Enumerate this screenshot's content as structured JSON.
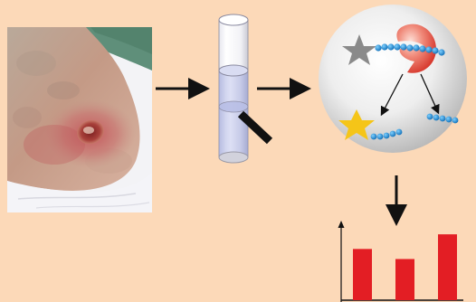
{
  "colors": {
    "background": "#fcd9b8",
    "arrow": "#111111",
    "bead": "#1b8fd8",
    "star_gray": "#8a8a8a",
    "star_gold": "#f5c518",
    "enzyme": "#e74c3c",
    "bar": "#e31e24",
    "tube_liquid": "#9fa8dd"
  },
  "icons": {
    "wound_photo": "wound-photo",
    "tube": "sample-tube-icon",
    "cleavage": "enzyme-cleavage-diagram",
    "bar_chart": "bar-chart-icon"
  },
  "chart_data": {
    "type": "bar",
    "categories": [
      "",
      "",
      ""
    ],
    "values": [
      56,
      45,
      72
    ],
    "title": "",
    "xlabel": "",
    "ylabel": "",
    "ylim": [
      0,
      85
    ],
    "grid": false,
    "legend": "none"
  }
}
